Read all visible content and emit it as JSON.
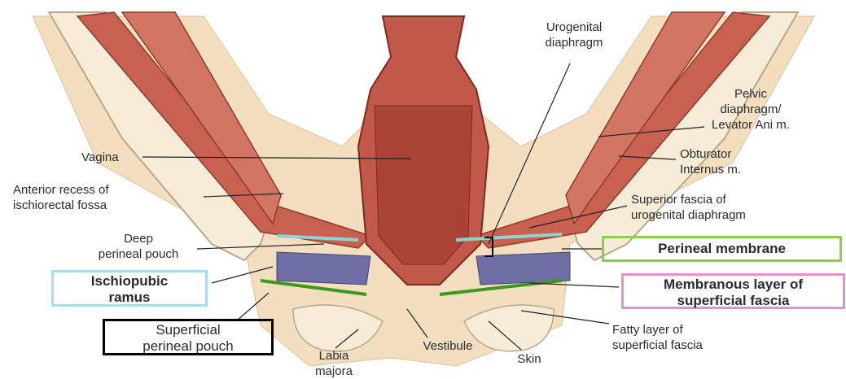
{
  "labels": {
    "urogenital_diaphragm": "Urogenital\ndiaphragm",
    "pelvic_diaphragm": "Pelvic\ndiaphragm/\nLevator Ani m.",
    "obturator_internus": "Obturator\nInternus m.",
    "vagina": "Vagina",
    "anterior_recess": "Anterior recess of\nischiorectal fossa",
    "superior_fascia": "Superior fascia of\nurogenital diaphragm",
    "deep_perineal_pouch": "Deep\nperineal pouch",
    "perineal_membrane": "Perineal membrane",
    "ischiopubic_ramus": "Ischiopubic\nramus",
    "membranous_layer": "Membranous layer of\nsuperficial fascia",
    "superficial_perineal_pouch": "Superficial\nperineal pouch",
    "fatty_layer": "Fatty layer of\nsuperficial fascia",
    "vestibule": "Vestibule",
    "skin": "Skin",
    "labia_majora": "Labia\nmajora"
  },
  "colors": {
    "muscle": "#c8614f",
    "fat": "#f3dfc0",
    "bone": "#f6ecd8",
    "vagina_wall": "#b24b3c",
    "deep_pouch_blue": "#6f6fa6",
    "superior_fascia_line": "#8fd3d0",
    "membranous_line": "#3a9a1e",
    "perineal_membrane_box": "#8ccf4a",
    "ischiopubic_box": "#a8dcef",
    "membranous_box": "#e98fd0",
    "superficial_pouch_box": "#000000"
  }
}
